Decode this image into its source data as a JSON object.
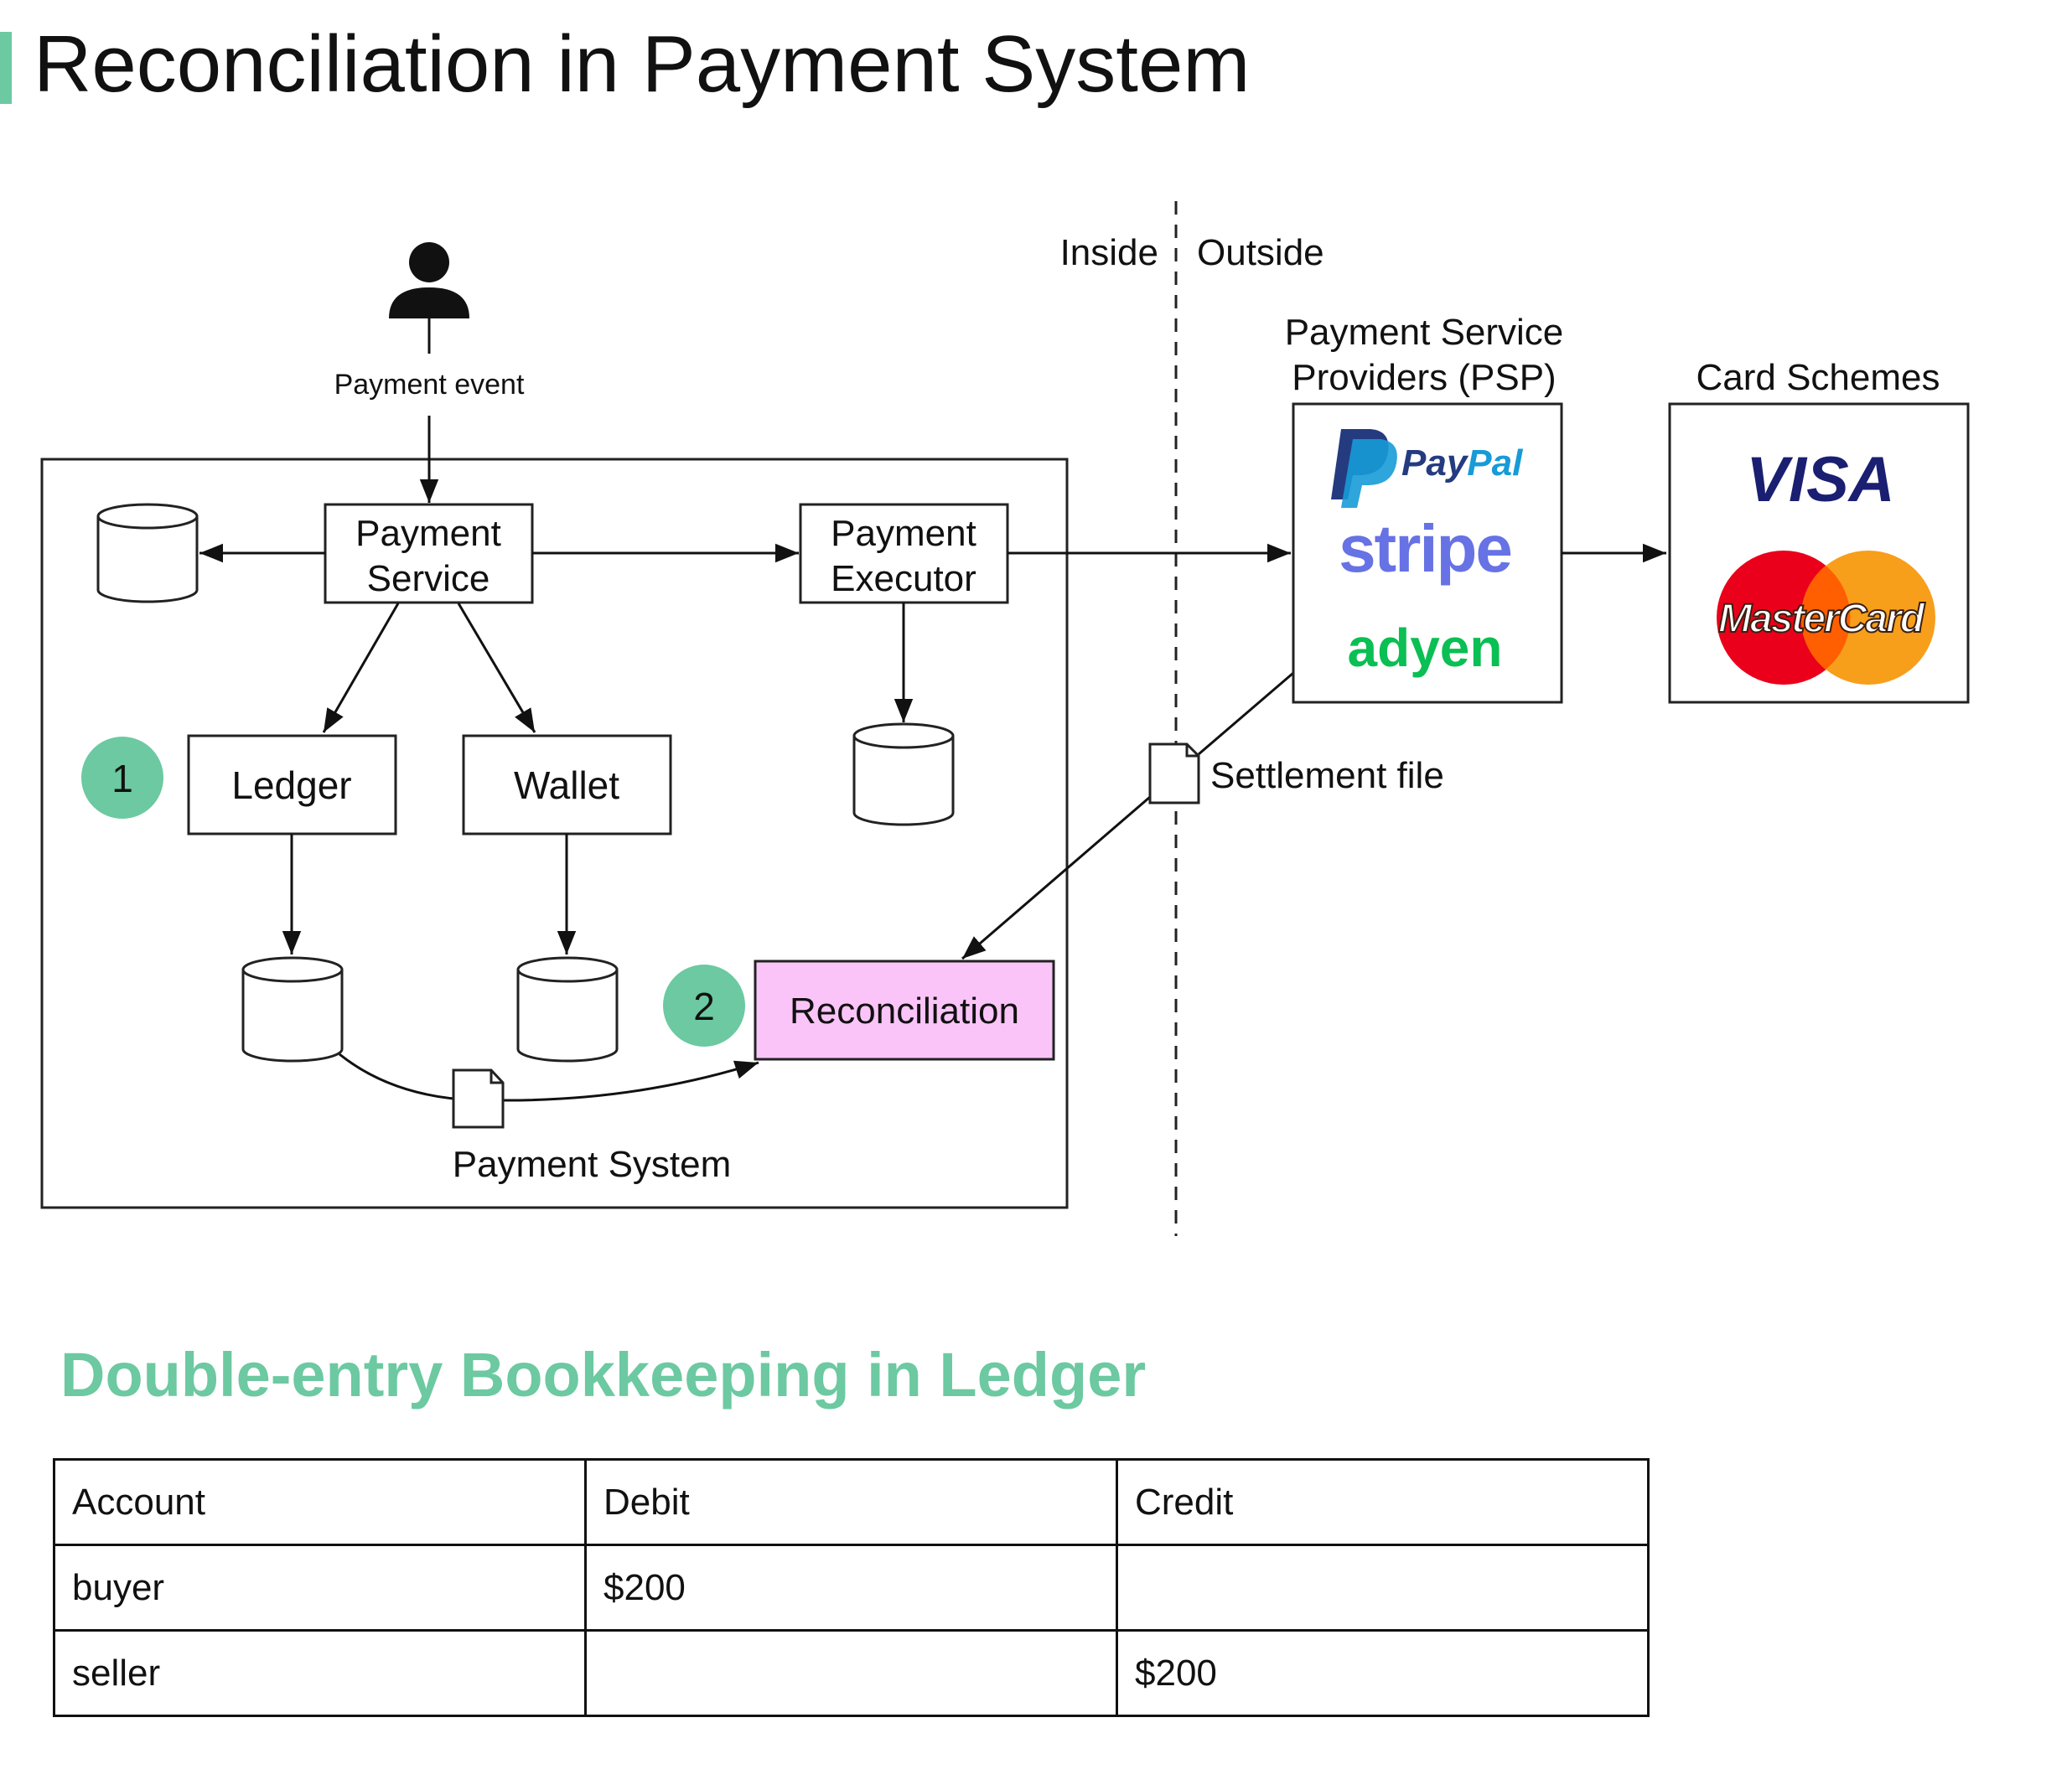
{
  "title": "Reconciliation in Payment System",
  "diagram": {
    "actor_label": "Payment event",
    "inside_label": "Inside",
    "outside_label": "Outside",
    "payment_service": [
      "Payment",
      "Service"
    ],
    "payment_executor": [
      "Payment",
      "Executor"
    ],
    "ledger": "Ledger",
    "wallet": "Wallet",
    "reconciliation": "Reconciliation",
    "badge_1": "1",
    "badge_2": "2",
    "payment_system_label": "Payment System",
    "settlement_file": "Settlement file",
    "psp_title": [
      "Payment Service",
      "Providers (PSP)"
    ],
    "psp_logos": [
      "PayPal",
      "stripe",
      "adyen"
    ],
    "card_schemes_title": "Card Schemes",
    "card_logos": [
      "VISA",
      "MasterCard"
    ],
    "colors": {
      "accent": "#6cc9a1",
      "reconciliation_fill": "#fbc4f8",
      "paypal_dark": "#253b80",
      "paypal_light": "#179bd7",
      "stripe": "#6772e5",
      "adyen": "#0abf53",
      "visa": "#1a1f71",
      "mc_red": "#eb001b",
      "mc_orange": "#f79e1b"
    }
  },
  "ledger_section": {
    "title": "Double-entry Bookkeeping in Ledger",
    "headers": [
      "Account",
      "Debit",
      "Credit"
    ],
    "rows": [
      [
        "buyer",
        "$200",
        ""
      ],
      [
        "seller",
        "",
        "$200"
      ]
    ]
  }
}
